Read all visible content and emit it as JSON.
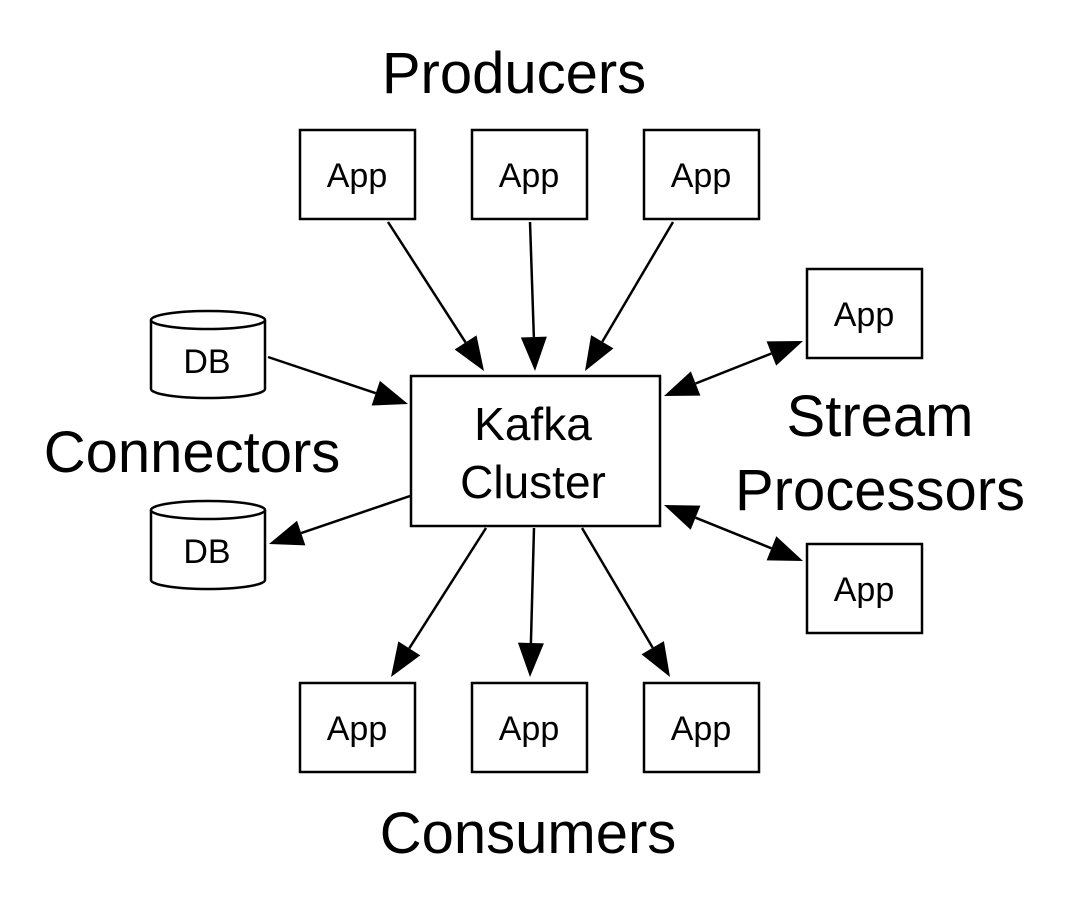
{
  "groups": {
    "producers": "Producers",
    "consumers": "Consumers",
    "connectors": "Connectors",
    "stream_processors": [
      "Stream",
      "Processors"
    ]
  },
  "center": [
    "Kafka",
    "Cluster"
  ],
  "producers": [
    "App",
    "App",
    "App"
  ],
  "consumers": [
    "App",
    "App",
    "App"
  ],
  "stream_processors": [
    "App",
    "App"
  ],
  "connectors": [
    "DB",
    "DB"
  ]
}
